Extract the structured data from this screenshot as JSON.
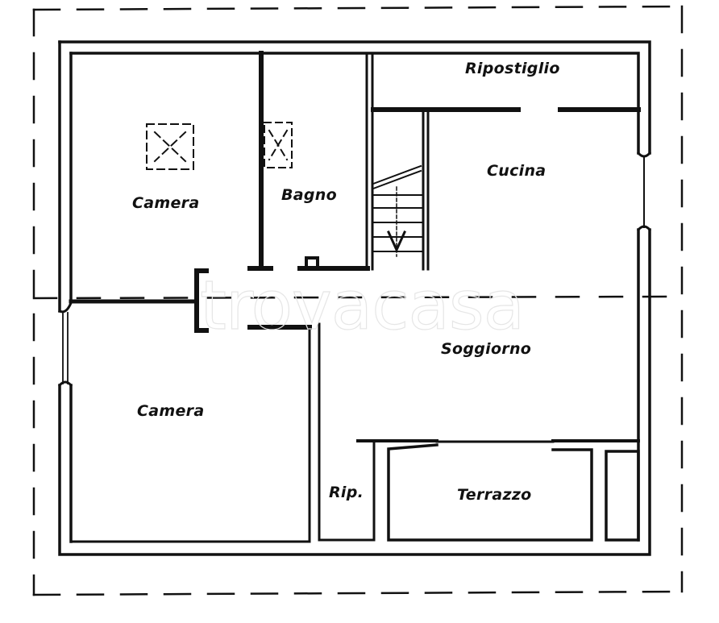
{
  "plan": {
    "type": "floor-plan",
    "rooms": [
      {
        "id": "camera-1",
        "label": "Camera"
      },
      {
        "id": "bagno",
        "label": "Bagno"
      },
      {
        "id": "ripostiglio",
        "label": "Ripostiglio"
      },
      {
        "id": "cucina",
        "label": "Cucina"
      },
      {
        "id": "soggiorno",
        "label": "Soggiorno"
      },
      {
        "id": "camera-2",
        "label": "Camera"
      },
      {
        "id": "rip",
        "label": "Rip."
      },
      {
        "id": "terrazzo",
        "label": "Terrazzo"
      }
    ],
    "watermark": "trovacasa",
    "colors": {
      "wall": "#111111",
      "background": "#ffffff",
      "watermark": "#e6e6e6"
    }
  }
}
